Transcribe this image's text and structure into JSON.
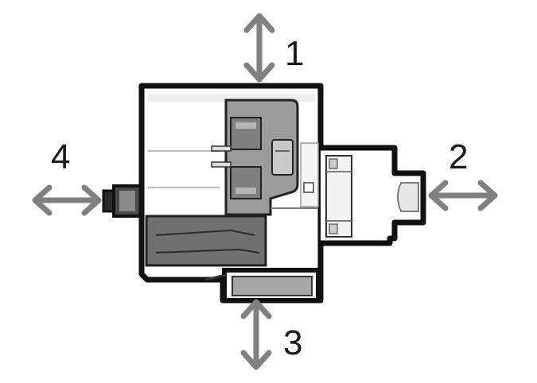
{
  "labels": {
    "top": "1",
    "right": "2",
    "bottom": "3",
    "left": "4"
  },
  "colors": {
    "arrow": "#808080",
    "outline": "#111111",
    "body_fill": "#ffffff",
    "panel_fill": "#9b9b9b",
    "dark_fill": "#6e6e6e",
    "light_fill": "#d9d9d9"
  },
  "icons": {
    "top": "double-arrow-vertical-icon",
    "right": "double-arrow-horizontal-icon",
    "bottom": "double-arrow-vertical-icon",
    "left": "double-arrow-horizontal-icon"
  }
}
